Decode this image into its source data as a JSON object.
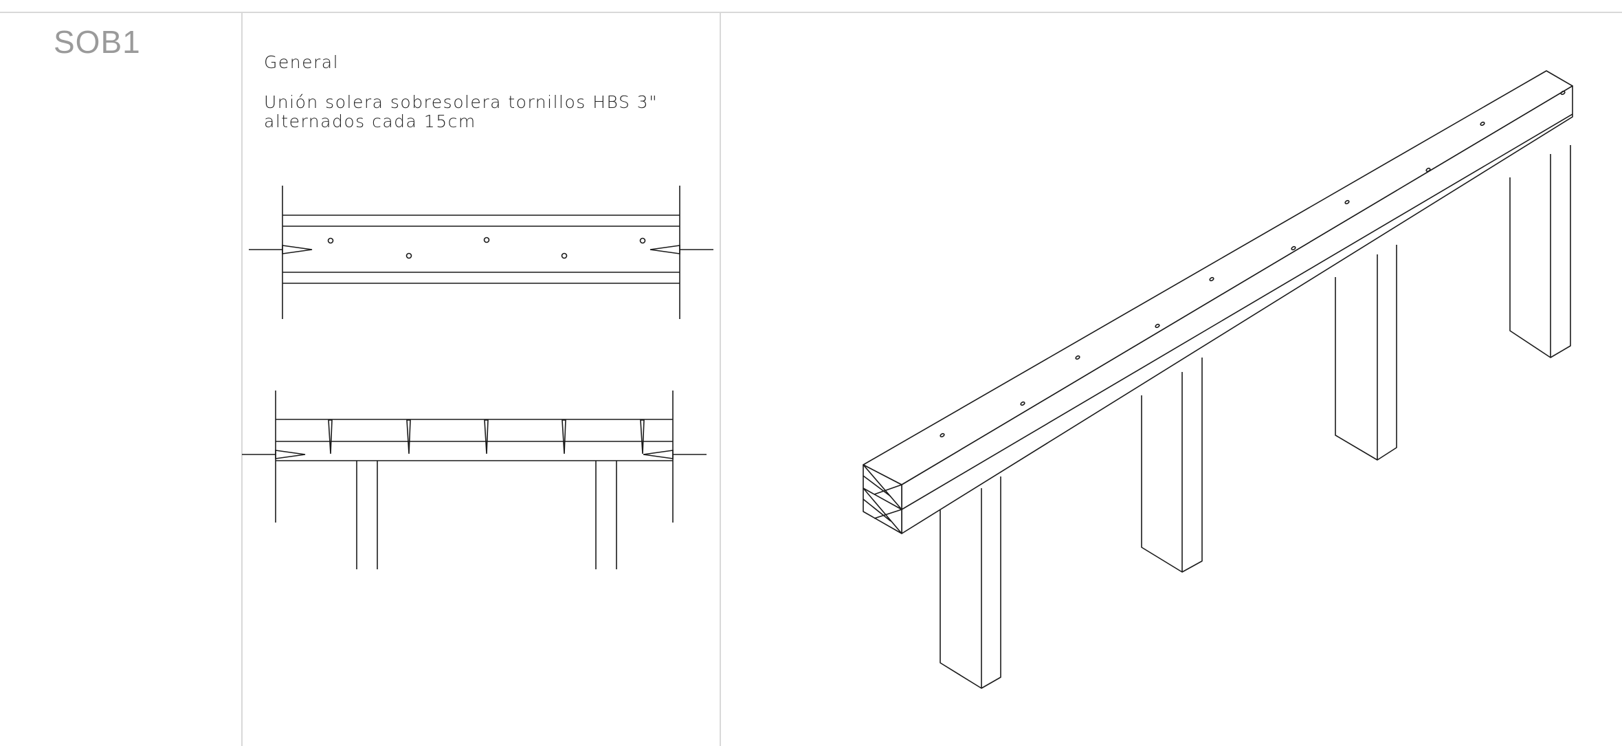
{
  "detail_code": "SOB1",
  "section_title": "General",
  "description_line1": "Unión solera sobresolera tornillos HBS 3\"",
  "description_line2": "alternados cada 15cm",
  "colors": {
    "ink": "#1a1a1a",
    "frame": "#d8d8d8",
    "code_text": "#9a9a9a"
  },
  "views": [
    "plan-view",
    "elevation-view",
    "isometric-view"
  ]
}
